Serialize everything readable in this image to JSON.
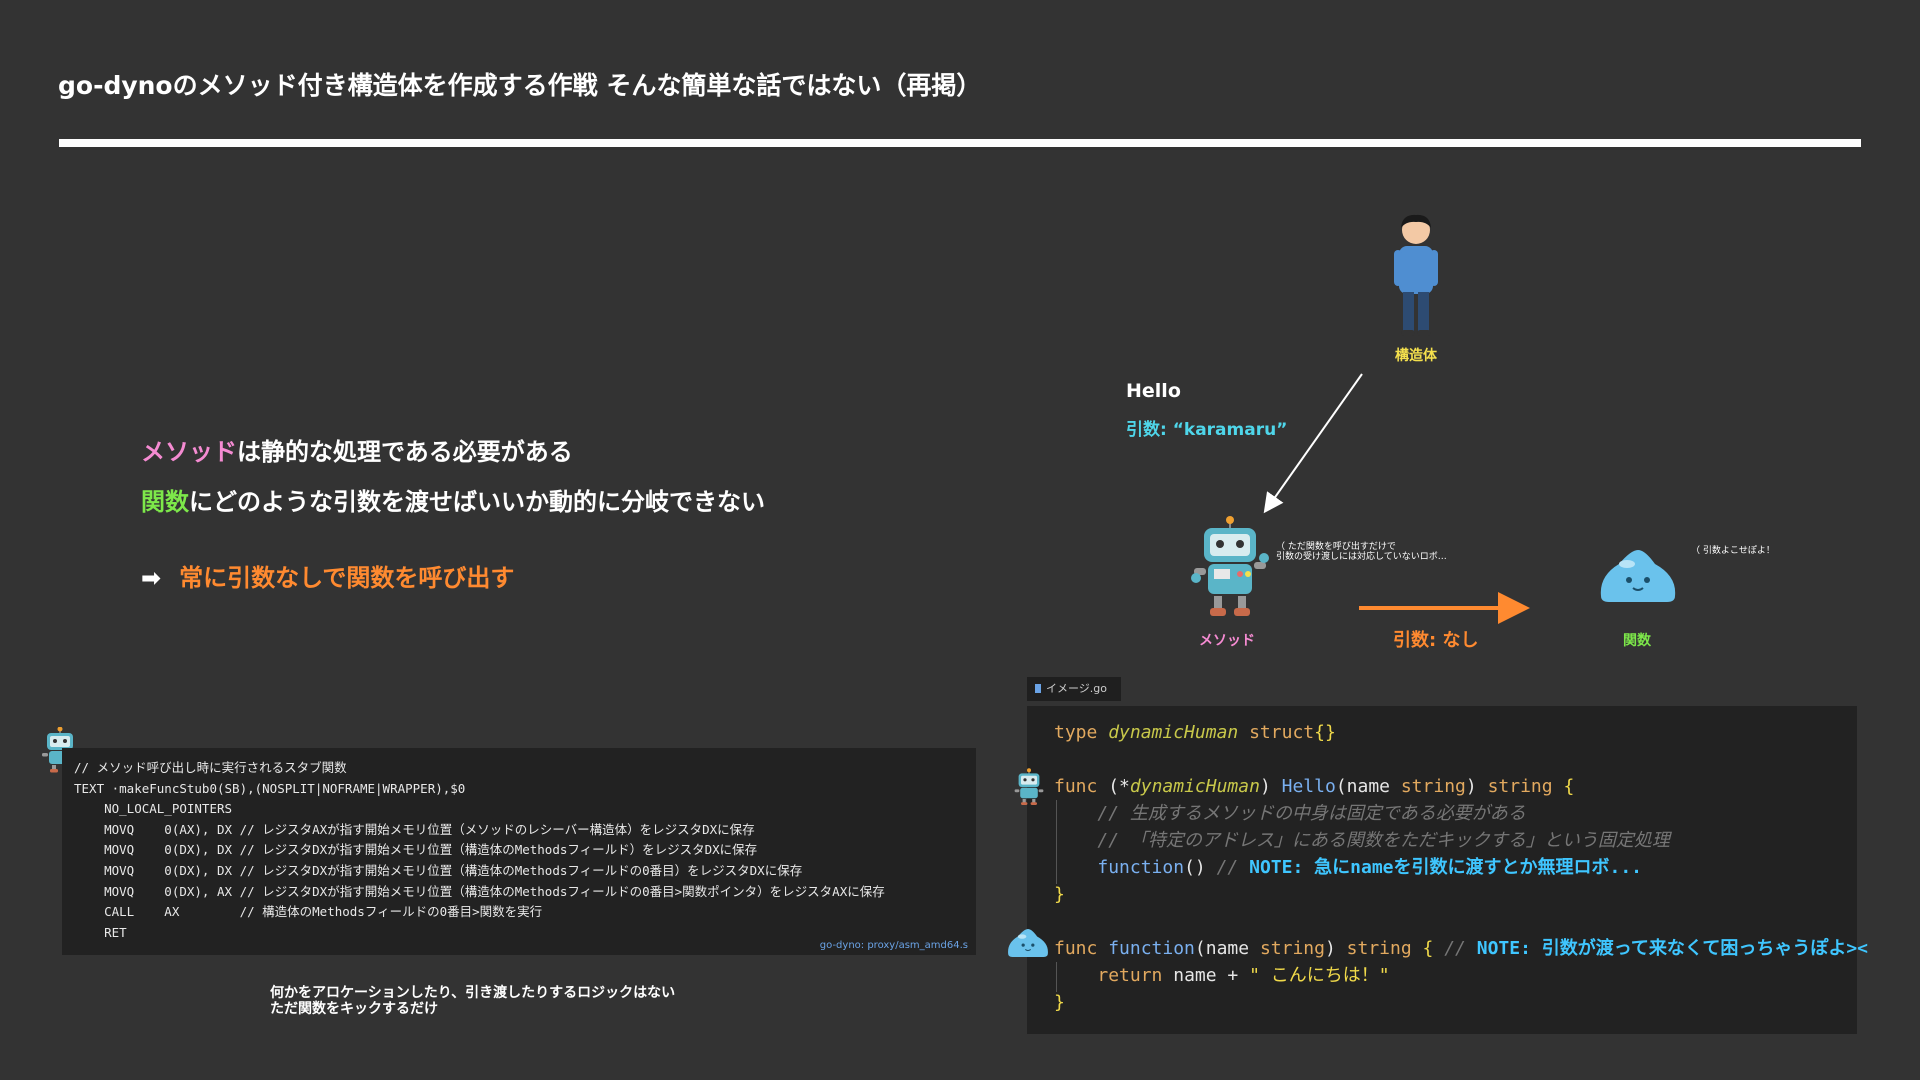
{
  "slide": {
    "title": "go-dynoのメソッド付き構造体を作成する作戦 そんな簡単な話ではない（再掲）"
  },
  "points": {
    "p1_highlight": "メソッド",
    "p1_rest": "は静的な処理である必要がある",
    "p2_highlight": "関数",
    "p2_rest": "にどのような引数を渡せばいいか動的に分岐できない",
    "p3_arrow": "➡",
    "p3_text": "常に引数なしで関数を呼び出す"
  },
  "diagram": {
    "struct_label": "構造体",
    "method_label": "メソッド",
    "func_label": "関数",
    "hello": "Hello",
    "arg": "引数: “karamaru”",
    "no_arg": "引数: なし",
    "robot_bubble_1": "（ ただ関数を呼び出すだけで",
    "robot_bubble_2": "   引数の受け渡しには対応していないロボ…",
    "slime_bubble": "（ 引数よこせぽよ！",
    "colors": {
      "pink": "#f58bd2",
      "green": "#7de84a",
      "orange": "#ff8a30",
      "cyan": "#4fd6ea",
      "yellow": "#f4e04d"
    }
  },
  "asm": {
    "lines": [
      "// メソッド呼び出し時に実行されるスタブ関数",
      "TEXT ·makeFuncStub0(SB),(NOSPLIT|NOFRAME|WRAPPER),$0",
      "    NO_LOCAL_POINTERS",
      "    MOVQ    0(AX), DX // レジスタAXが指す開始メモリ位置（メソッドのレシーバー構造体）をレジスタDXに保存",
      "    MOVQ    0(DX), DX // レジスタDXが指す開始メモリ位置（構造体のMethodsフィールド）をレジスタDXに保存",
      "    MOVQ    0(DX), DX // レジスタDXが指す開始メモリ位置（構造体のMethodsフィールドの0番目）をレジスタDXに保存",
      "    MOVQ    0(DX), AX // レジスタDXが指す開始メモリ位置（構造体のMethodsフィールドの0番目>関数ポインタ）をレジスタAXに保存",
      "    CALL    AX        // 構造体のMethodsフィールドの0番目>関数を実行",
      "    RET"
    ],
    "source": "go-dyno: proxy/asm_amd64.s"
  },
  "asm_note": {
    "line1": "何かをアロケーションしたり、引き渡したりするロジックはない",
    "line2": "ただ関数をキックするだけ"
  },
  "go_code": {
    "tab": "イメージ.go",
    "l1_kw": "type",
    "l1_ty": "dynamicHuman",
    "l1_kw2": "struct",
    "l1_br": "{}",
    "l2_kw": "func",
    "l2_p1": "(*",
    "l2_ty": "dynamicHuman",
    "l2_p2": ")",
    "l2_fn": "Hello",
    "l2_args": "(name",
    "l2_kw2": "string",
    "l2_p3": ")",
    "l2_kw3": "string",
    "l2_br": "{",
    "l3_cm": "// 生成するメソッドの中身は固定である必要がある",
    "l4_cm": "// 「特定のアドレス」にある関数をただキックする」という固定処理",
    "l5_fn": "function",
    "l5_p": "()",
    "l5_cm": "//",
    "l5_note": "NOTE: 急にnameを引数に渡すとか無理ロボ...",
    "l6_br": "}",
    "l7_kw": "func",
    "l7_fn": "function",
    "l7_args": "(name",
    "l7_kw2": "string",
    "l7_p": ")",
    "l7_kw3": "string",
    "l7_br": "{",
    "l7_cm": "//",
    "l7_note": "NOTE: 引数が渡って来なくて困っちゃうぽよ><",
    "l8_kw": "return",
    "l8_pl": "name +",
    "l8_st": "\" こんにちは！\"",
    "l9_br": "}"
  }
}
